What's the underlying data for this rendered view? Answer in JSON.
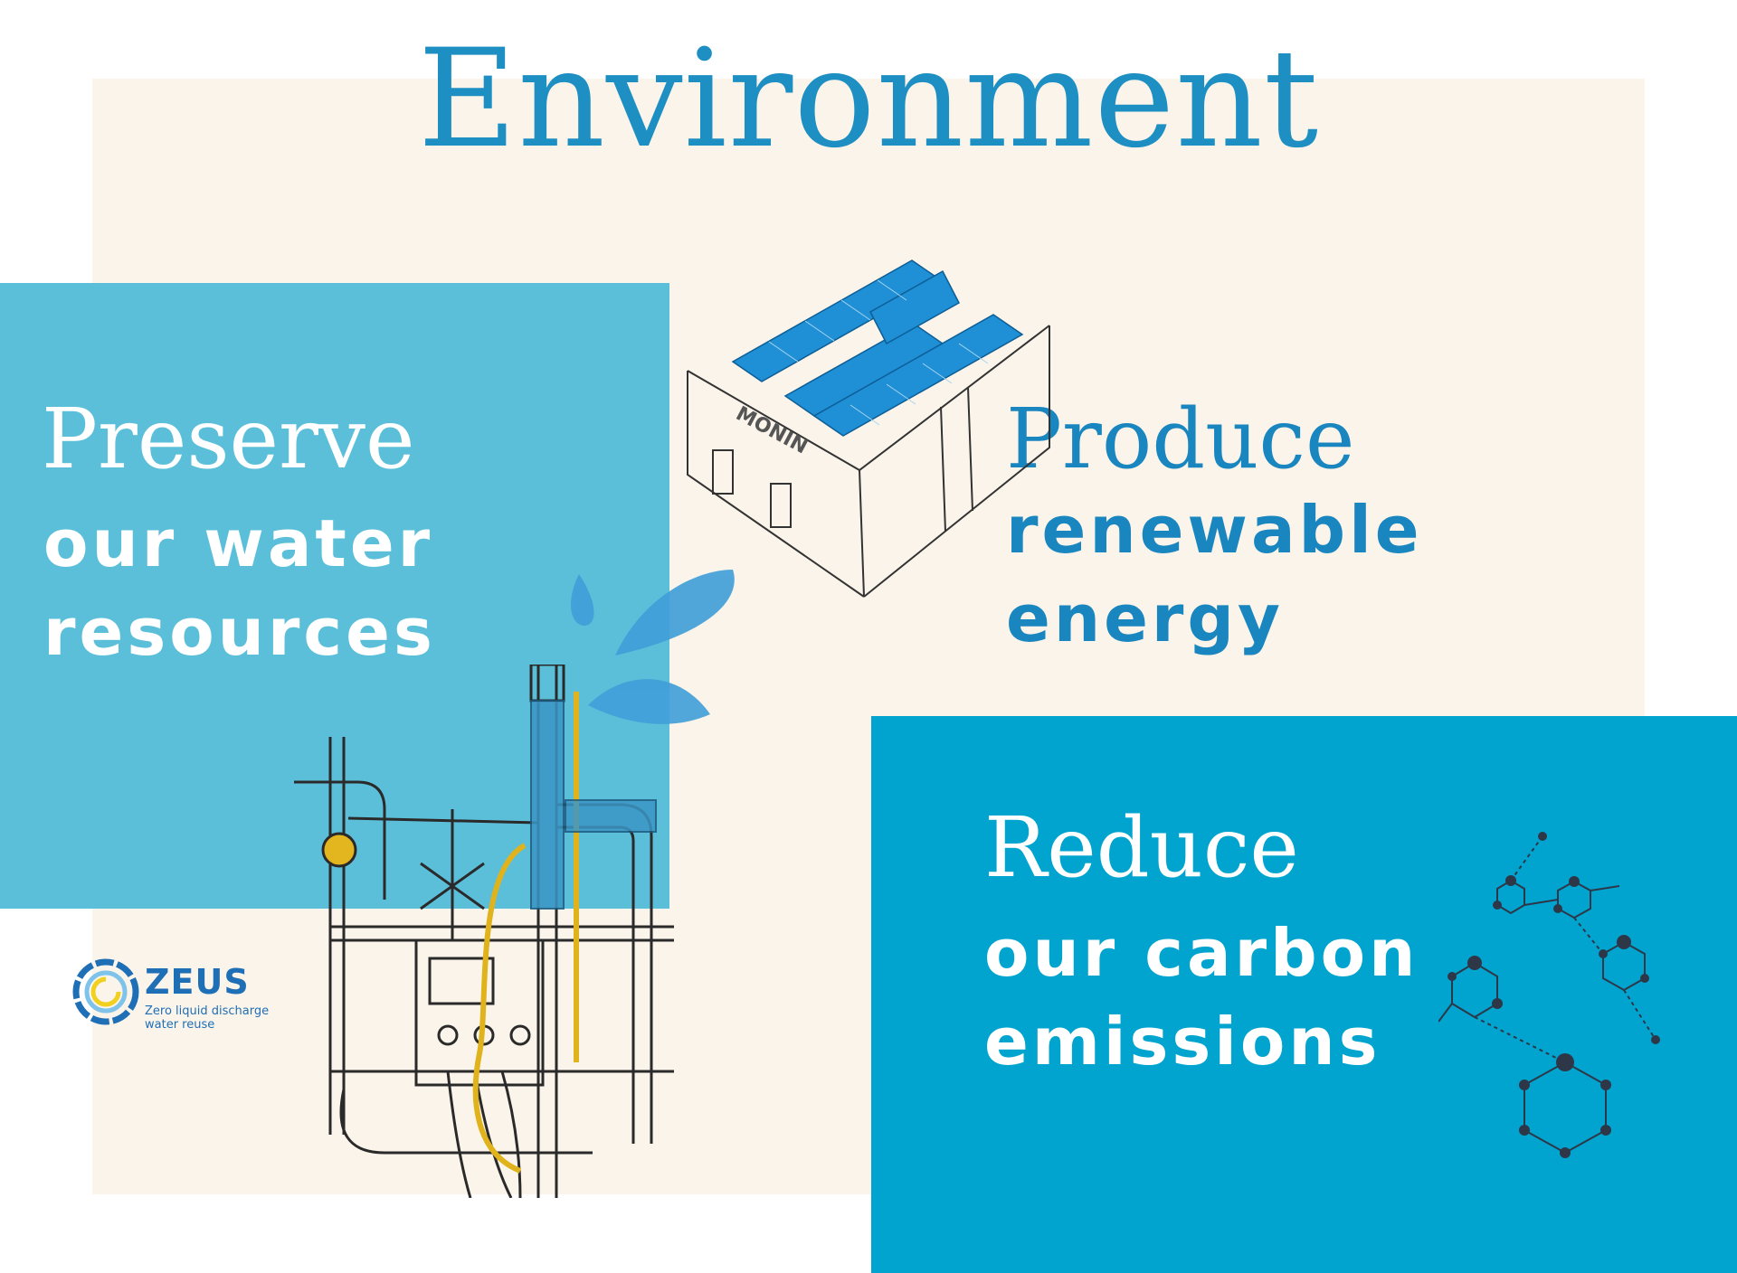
{
  "title": "Environment",
  "water": {
    "heading": "Preserve",
    "line1": "our water",
    "line2": "resources"
  },
  "energy": {
    "heading": "Produce",
    "line1": "renewable",
    "line2": "energy"
  },
  "carbon": {
    "heading": "Reduce",
    "line1": "our carbon",
    "line2": "emissions"
  },
  "building_sign": "MONIN",
  "logo": {
    "name": "ZEUS",
    "line1": "Zero liquid discharge",
    "line2": "water reuse"
  },
  "colors": {
    "background": "#fbf4ea",
    "water_panel": "#5cbfd9",
    "carbon_panel": "#00a4cf",
    "accent": "#1d8fc2",
    "solar": "#1f8fd6"
  }
}
